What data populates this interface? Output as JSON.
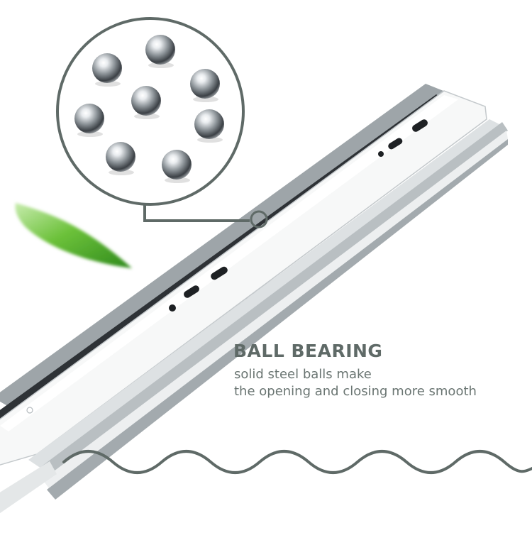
{
  "feature": {
    "title": "BALL BEARING",
    "line1": "solid steel balls make",
    "line2": "the opening and closing more smooth"
  },
  "colors": {
    "accent_gray": "#5f6a67",
    "leaf_green": "#5fb832",
    "rail_white": "#f7f8f8",
    "rail_edge": "#b9bfc2"
  },
  "icons": [
    "steel-ball-icon",
    "leaf-icon",
    "wave-line-icon"
  ]
}
